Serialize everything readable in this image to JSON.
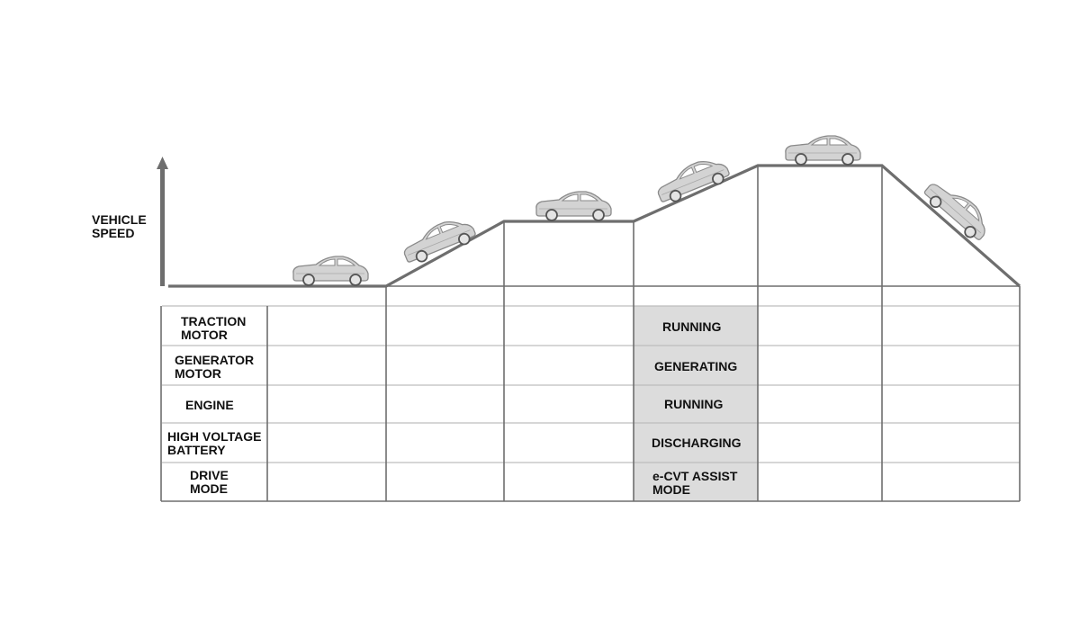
{
  "axis": {
    "label_line1": "VEHICLE",
    "label_line2": "SPEED"
  },
  "rows": [
    {
      "line1": "TRACTION",
      "line2": "MOTOR"
    },
    {
      "line1": "GENERATOR",
      "line2": "MOTOR"
    },
    {
      "line1": "ENGINE",
      "line2": ""
    },
    {
      "line1": "HIGH VOLTAGE",
      "line2": "BATTERY"
    },
    {
      "line1": "DRIVE",
      "line2": "MODE"
    }
  ],
  "highlighted_column": {
    "cells": [
      {
        "line1": "RUNNING",
        "line2": ""
      },
      {
        "line1": "GENERATING",
        "line2": ""
      },
      {
        "line1": "RUNNING",
        "line2": ""
      },
      {
        "line1": "DISCHARGING",
        "line2": ""
      },
      {
        "line1": "e-CVT ASSIST",
        "line2": "MODE"
      }
    ]
  },
  "colors": {
    "line": "#6e6e6e",
    "grid": "#bdbdbd",
    "highlight": "#dcdcdc",
    "car_body": "#d3d3d3",
    "car_outline": "#8a8a8a"
  },
  "icons": {
    "car": "car-icon",
    "arrow": "arrow-up-icon"
  }
}
